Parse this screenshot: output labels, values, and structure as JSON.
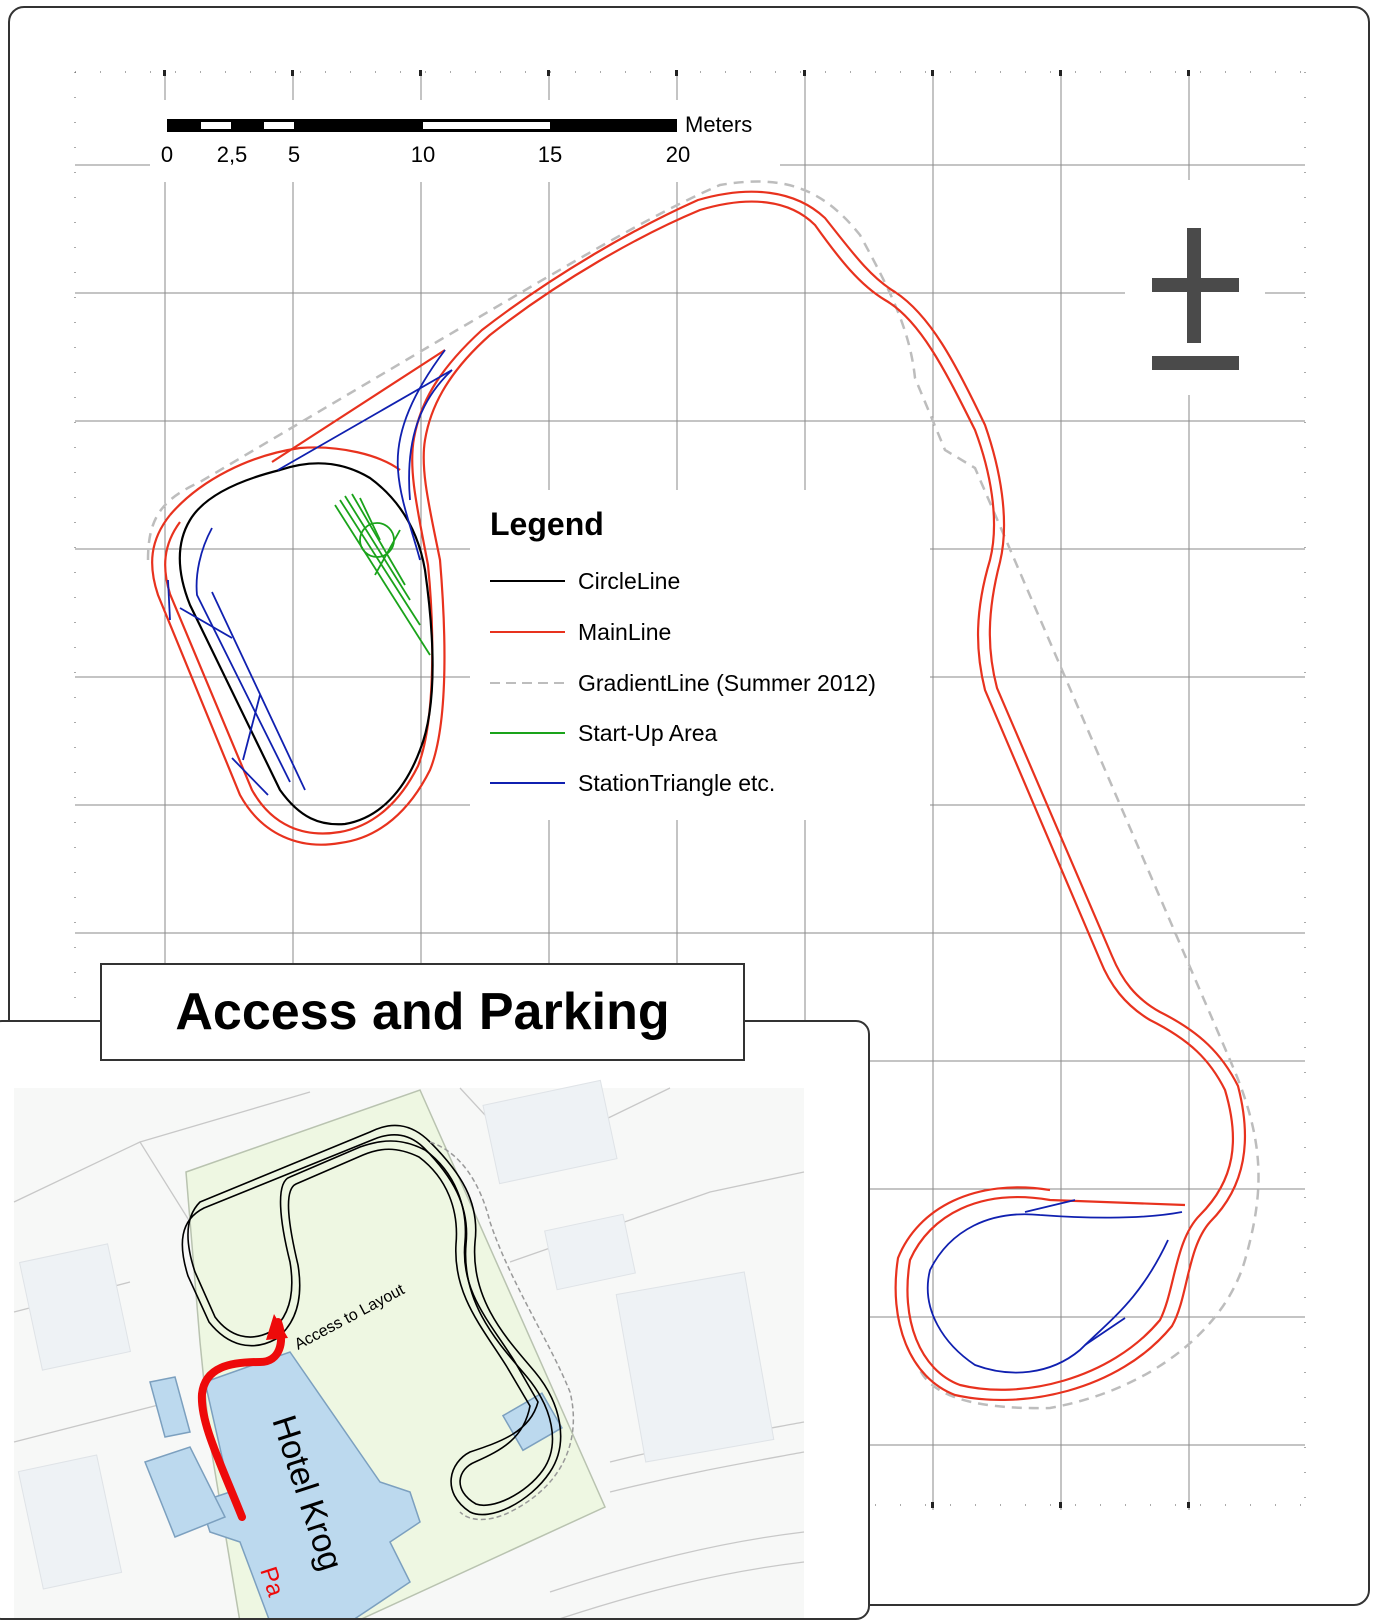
{
  "scale_bar": {
    "unit": "Meters",
    "ticks": [
      "0",
      "2,5",
      "5",
      "10",
      "15",
      "20"
    ]
  },
  "north_arrow": {
    "icon": "north-arrow-icon",
    "color": "#4a4a4a"
  },
  "legend": {
    "title": "Legend",
    "items": [
      {
        "label": "CircleLine",
        "color": "#000000",
        "style": "solid"
      },
      {
        "label": "MainLine",
        "color": "#e8321e",
        "style": "solid"
      },
      {
        "label": "GradientLine (Summer 2012)",
        "color": "#bdbdbd",
        "style": "dashed"
      },
      {
        "label": "Start-Up Area",
        "color": "#1aa31a",
        "style": "solid"
      },
      {
        "label": "StationTriangle etc.",
        "color": "#1020b0",
        "style": "solid"
      }
    ]
  },
  "inset": {
    "title": "Access and Parking",
    "access_label": "Access to Layout",
    "hotel_label": "Hotel Krog",
    "parking_label": "Pa",
    "colors": {
      "building": "#bcd9ee",
      "lawn": "#eef7e2",
      "route": "#ee0a0a"
    }
  }
}
